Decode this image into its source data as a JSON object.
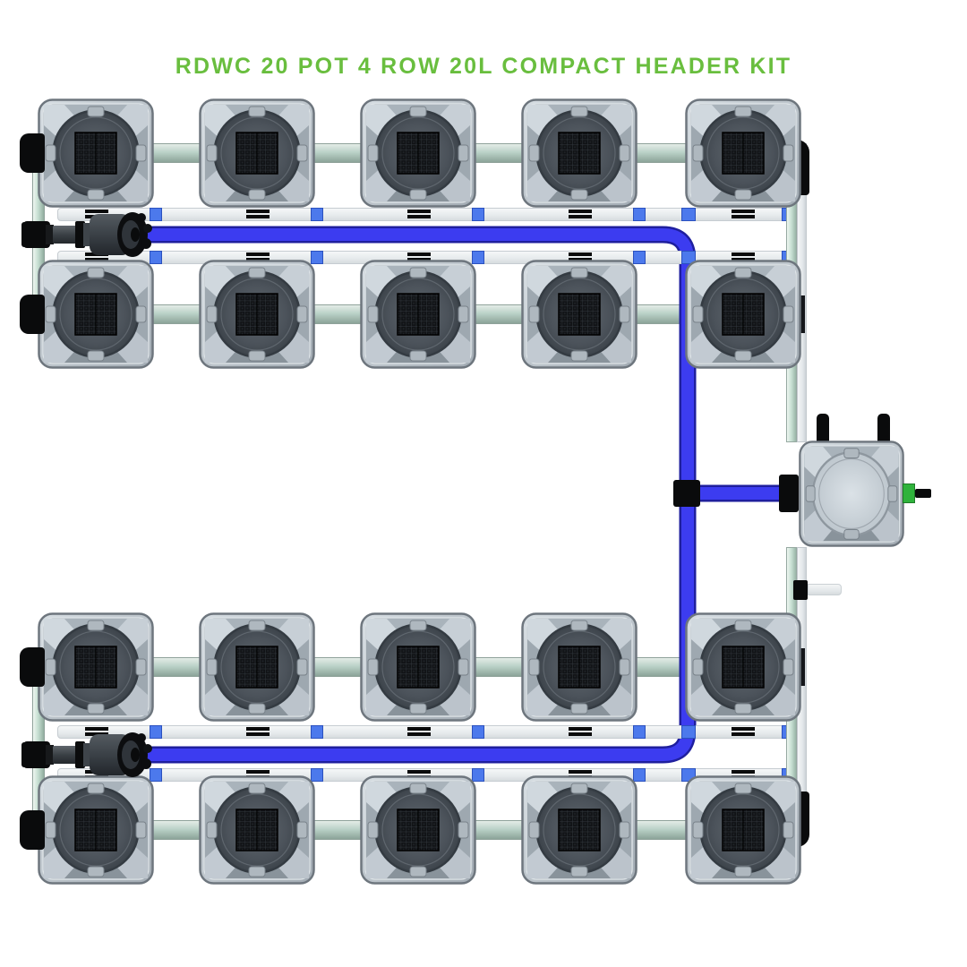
{
  "title": {
    "text": "RDWC 20 POT 4 ROW 20L COMPACT HEADER KIT",
    "color": "#69BE3E"
  },
  "kit": {
    "system_type": "RDWC",
    "pot_count": 20,
    "row_count": 4,
    "pots_per_row": 5,
    "pot_volume": "20L",
    "variant": "COMPACT HEADER KIT",
    "components": {
      "grow_pot": "square grow pot with round lid and black mesh insert",
      "header_tank": "header tank with plain round lid, two top posts and green drain valve",
      "pump": "inline pump and shut-off valve assembly (one per pot pair row)",
      "feed_line": "blue recirculating feed line from pumps to header tank",
      "spray_line": "white header spray lines with blue push-fit connectors",
      "return_line": "light green return pipes linking pots and end manifolds",
      "drain_stub": "white drain stub below header tank"
    }
  },
  "colors": {
    "background": "#FFFFFF",
    "feed_blue": "#3C3CF0",
    "feed_blue_dark": "#1F1F9E",
    "connector_blue": "#4C79EC",
    "pipe_teal": "#C6DFD2",
    "pipe_white": "#E7EBED",
    "pot_gray": "#C3CBD2",
    "lid_dark_gray": "#4B525A",
    "fitting_black": "#0A0B0C",
    "fitting_green": "#2FB33C"
  }
}
